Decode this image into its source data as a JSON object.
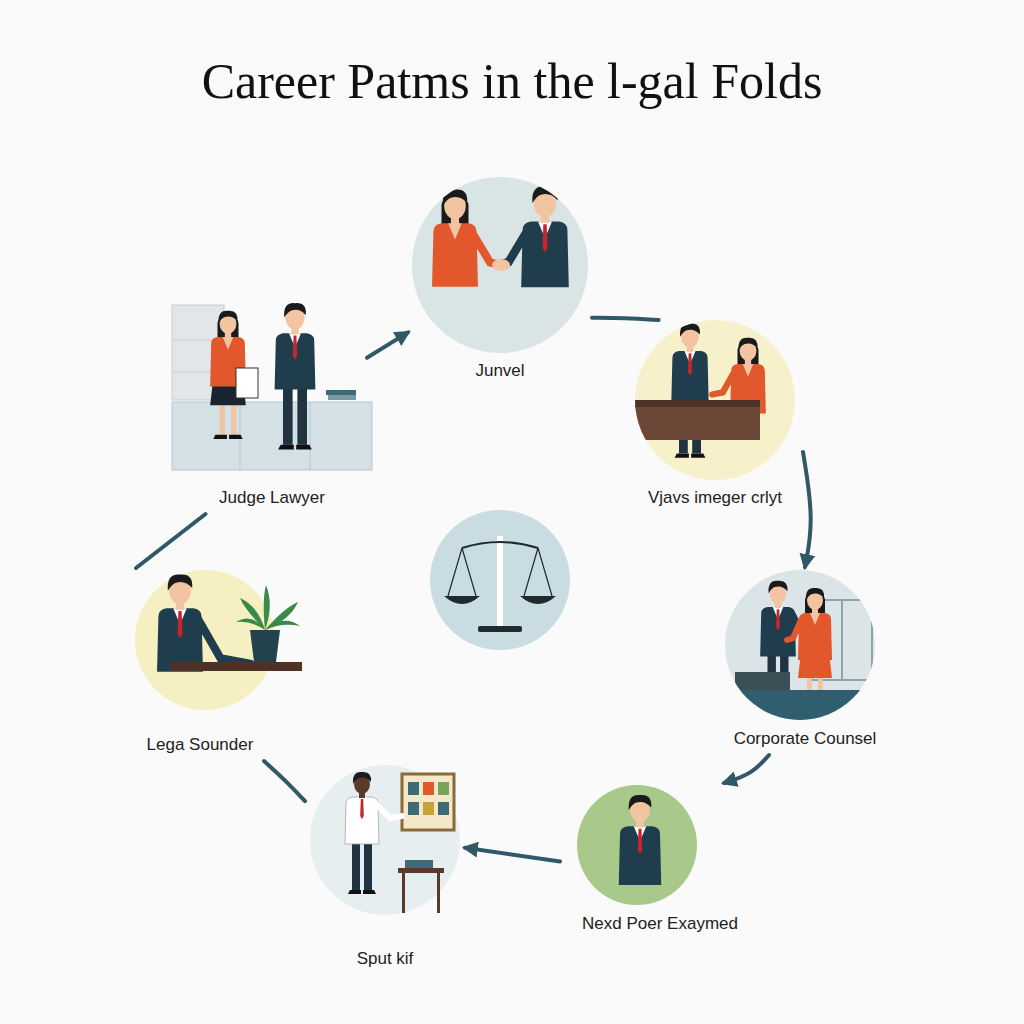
{
  "diagram": {
    "title": "Career Patms in the l-gal Folds",
    "nodes": [
      {
        "text": [
          "Junvel"
        ]
      },
      {
        "text": [
          "Judge Lawyer"
        ]
      },
      {
        "text": [
          "Vjavs imeger crlyt"
        ]
      },
      {
        "text": [
          "Lega Sounder"
        ]
      },
      {
        "text": [
          "Corporate Counsel"
        ]
      },
      {
        "text": [
          "Nexd Poer Exaymed"
        ]
      },
      {
        "text": [
          "Sput kif"
        ]
      }
    ],
    "edges": [
      {
        "from": 1,
        "to": 0,
        "arrow": "to"
      },
      {
        "from": 0,
        "to": 2,
        "arrow": "none"
      },
      {
        "from": 2,
        "to": 4,
        "arrow": "to"
      },
      {
        "from": 4,
        "to": 5,
        "arrow": "to"
      },
      {
        "from": 5,
        "to": 6,
        "arrow": "to"
      },
      {
        "from": 6,
        "to": 3,
        "arrow": "none"
      },
      {
        "from": 3,
        "to": 1,
        "arrow": "none"
      }
    ]
  }
}
